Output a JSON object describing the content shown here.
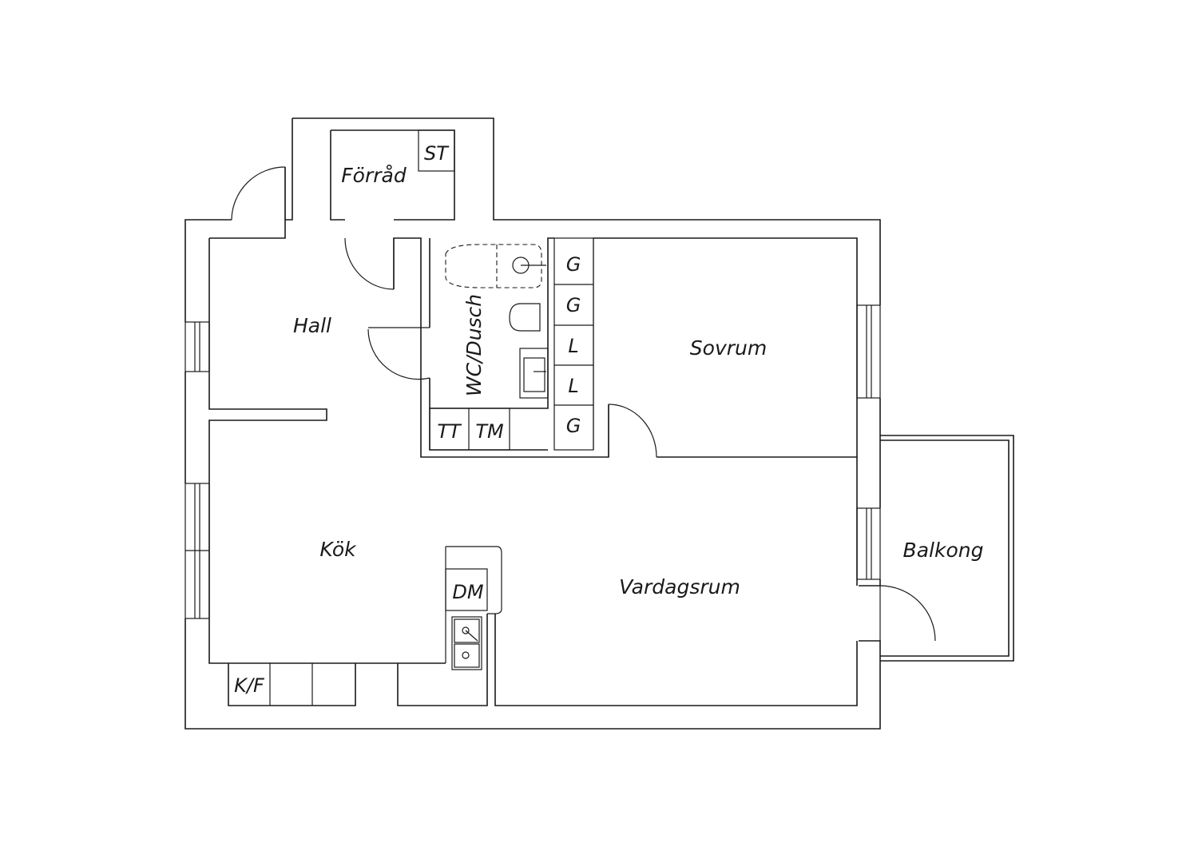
{
  "rooms": {
    "forrad": "Förråd",
    "hall": "Hall",
    "wc": "WC/Dusch",
    "sovrum": "Sovrum",
    "kok": "Kök",
    "vardagsrum": "Vardagsrum",
    "balkong": "Balkong"
  },
  "fixtures": {
    "st": "ST",
    "g1": "G",
    "g2": "G",
    "l1": "L",
    "l2": "L",
    "g3": "G",
    "tt": "TT",
    "tm": "TM",
    "dm": "DM",
    "kf": "K/F"
  }
}
